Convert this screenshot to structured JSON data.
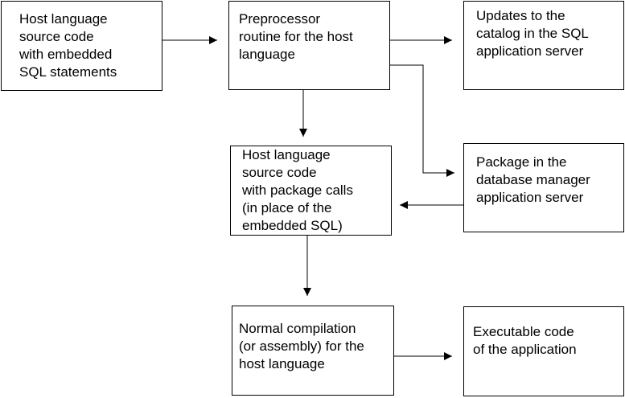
{
  "boxes": {
    "source": {
      "lines": [
        "Host language",
        "source code",
        "with embedded",
        "SQL statements"
      ]
    },
    "preprocessor": {
      "lines": [
        "Preprocessor",
        "routine for the host",
        "language"
      ]
    },
    "catalog": {
      "lines": [
        "Updates to the",
        "catalog in the SQL",
        "application server"
      ]
    },
    "package": {
      "lines": [
        "Package in the",
        "database manager",
        "application server"
      ]
    },
    "package_calls": {
      "lines": [
        "Host language",
        "source code",
        "with package calls",
        "(in place of the",
        "embedded SQL)"
      ]
    },
    "compilation": {
      "lines": [
        "Normal compilation",
        "(or assembly) for the",
        "host language"
      ]
    },
    "executable": {
      "lines": [
        "Executable code",
        "of the application"
      ]
    }
  }
}
